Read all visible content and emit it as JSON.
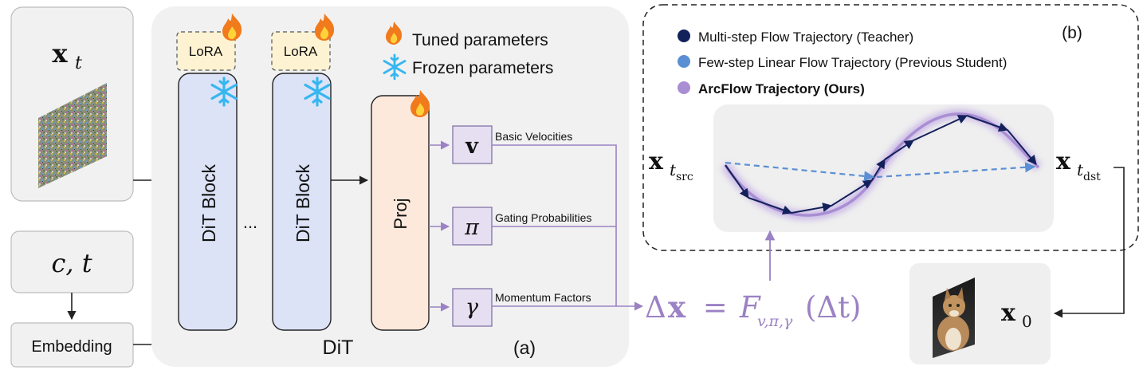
{
  "input": {
    "xt_symbol": "x",
    "xt_sub": "t",
    "ct": "c, t",
    "embedding": "Embedding"
  },
  "dit": {
    "lora1": "LoRA",
    "lora2": "LoRA",
    "block1": "DiT Block",
    "block2": "DiT Block",
    "ellipsis": "...",
    "proj": "Proj",
    "label": "DiT",
    "panel": "(a)"
  },
  "legend_a": {
    "tuned": "Tuned parameters",
    "frozen": "Frozen parameters"
  },
  "outputs": {
    "v_symbol": "v",
    "v_label": "Basic Velocities",
    "pi_symbol": "π",
    "pi_label": "Gating Probabilities",
    "gamma_symbol": "γ",
    "gamma_label": "Momentum Factors"
  },
  "formula": {
    "delta": "Δ",
    "x": "x",
    "eq": " = ",
    "F": "F",
    "sub": "v,π,γ",
    "arg": "(Δt)"
  },
  "panel_b": {
    "label": "(b)",
    "legend": [
      {
        "text": "Multi-step Flow Trajectory (Teacher)",
        "color": "#13215a"
      },
      {
        "text": "Few-step Linear Flow Trajectory (Previous Student)",
        "color": "#5b8fd3"
      },
      {
        "text": "ArcFlow Trajectory (Ours)",
        "color": "#a98ed3"
      }
    ],
    "src": {
      "symbol": "x",
      "sub_t": "t",
      "sub_sub": "src"
    },
    "dst": {
      "symbol": "x",
      "sub_t": "t",
      "sub_sub": "dst"
    }
  },
  "x0": {
    "symbol": "x",
    "sub": "0"
  },
  "colors": {
    "teacher": "#13215a",
    "student": "#5b8fd3",
    "arc": "#a98ed3",
    "arrow_purple": "#9b82c4",
    "frozen": "#36b6f0",
    "fire": "#f07a1c"
  }
}
